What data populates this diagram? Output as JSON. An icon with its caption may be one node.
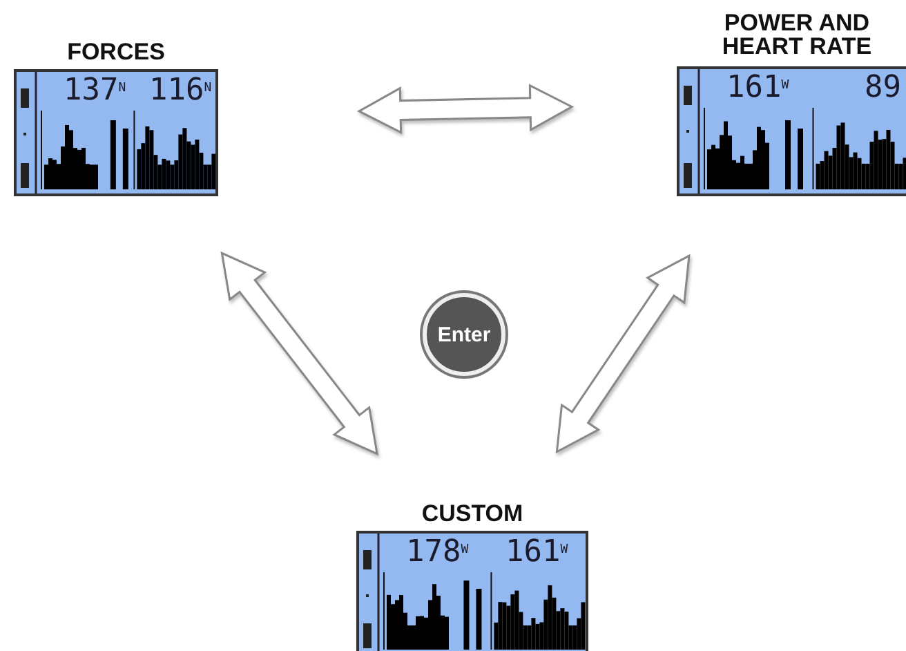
{
  "diagram": {
    "nodes": [
      {
        "text": [
          "FORCES",
          "137$^{N}$",
          "116$^{N}$"
        ]
      },
      {
        "text": [
          "POWER AND HEART RATE",
          "161$^{W}$",
          "89"
        ]
      },
      {
        "text": [
          "CUSTOM",
          "178$^{W}$",
          "161$^{W}$"
        ]
      },
      {
        "text": [
          "Enter"
        ]
      }
    ],
    "edges": [
      {
        "from": 0,
        "to": 1,
        "arrow": "both"
      },
      {
        "from": 0,
        "to": 2,
        "arrow": "both"
      },
      {
        "from": 1,
        "to": 2,
        "arrow": "both"
      }
    ]
  }
}
